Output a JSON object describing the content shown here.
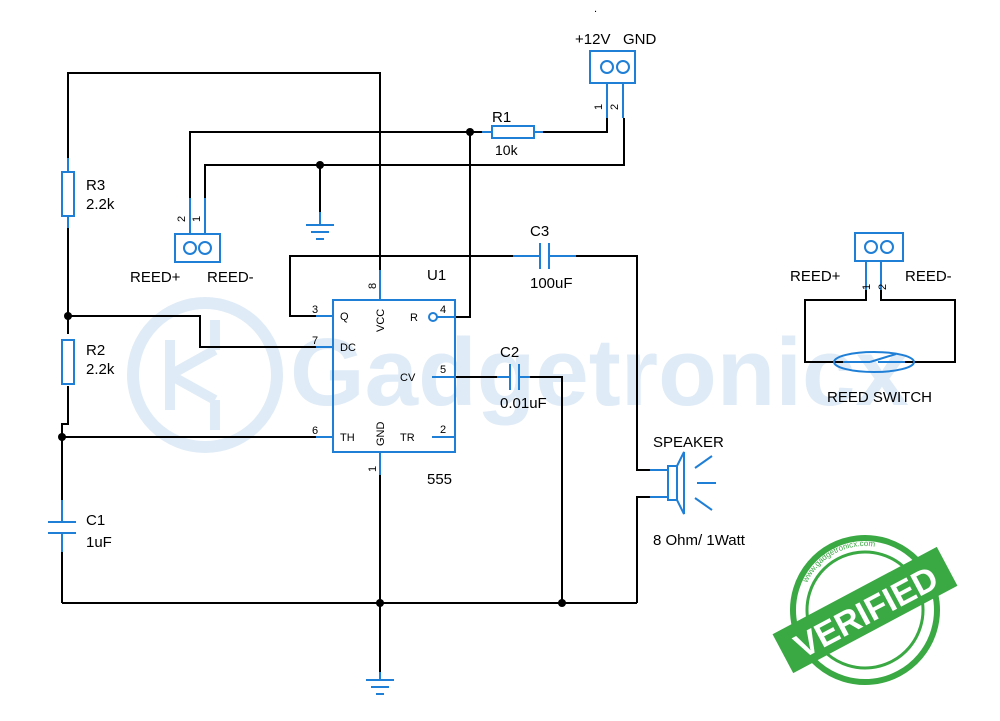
{
  "watermark": "Gadgetronicx",
  "top_dot": ".",
  "power": {
    "label_pos": "+12V",
    "label_gnd": "GND",
    "pin1": "1",
    "pin2": "2"
  },
  "r1": {
    "name": "R1",
    "value": "10k"
  },
  "r2": {
    "name": "R2",
    "value": "2.2k"
  },
  "r3": {
    "name": "R3",
    "value": "2.2k"
  },
  "c1": {
    "name": "C1",
    "value": "1uF"
  },
  "c2": {
    "name": "C2",
    "value": "0.01uF"
  },
  "c3": {
    "name": "C3",
    "value": "100uF"
  },
  "reed_conn": {
    "label_pos": "REED+",
    "label_neg": "REED-",
    "pin1": "1",
    "pin2": "2"
  },
  "ic": {
    "name": "U1",
    "part": "555",
    "pins": {
      "q": "Q",
      "dc": "DC",
      "th": "TH",
      "vcc": "VCC",
      "r": "R",
      "cv": "CV",
      "tr": "TR",
      "gnd": "GND"
    },
    "pin_numbers": {
      "p1": "1",
      "p2": "2",
      "p3": "3",
      "p4": "4",
      "p5": "5",
      "p6": "6",
      "p7": "7",
      "p8": "8"
    }
  },
  "speaker": {
    "name": "SPEAKER",
    "rating": "8 Ohm/ 1Watt"
  },
  "reed_switch": {
    "label_pos": "REED+",
    "label_neg": "REED-",
    "pin1": "1",
    "pin2": "2",
    "name": "REED SWITCH"
  },
  "stamp": {
    "text": "VERIFIED",
    "ring_text": "www.gadgetronicx.com",
    "color": "#3aa843"
  }
}
